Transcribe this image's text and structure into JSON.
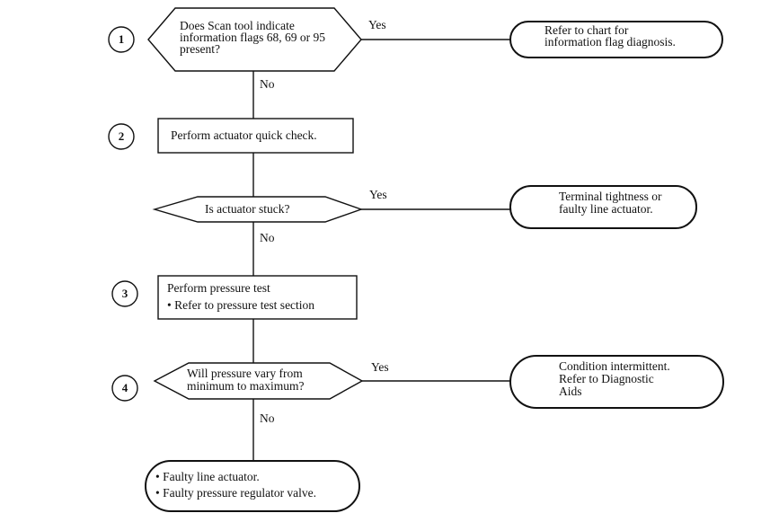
{
  "steps": [
    {
      "number": "1",
      "question": [
        "Does Scan tool indicate",
        "information flags 68, 69 or 95",
        "present?"
      ],
      "yes_label": "Yes",
      "yes_result": [
        "Refer to chart for",
        "information  flag diagnosis."
      ],
      "no_label": "No"
    },
    {
      "number": "2",
      "action": [
        "Perform actuator quick check."
      ],
      "question": [
        "Is actuator stuck?"
      ],
      "yes_label": "Yes",
      "yes_result": [
        "Terminal tightness or",
        "faulty line actuator."
      ],
      "no_label": "No"
    },
    {
      "number": "3",
      "action": [
        "Perform pressure test",
        "•  Refer to pressure test section"
      ]
    },
    {
      "number": "4",
      "question": [
        "Will pressure vary from",
        "minimum to maximum?"
      ],
      "yes_label": "Yes",
      "yes_result": [
        "Condition intermittent.",
        "Refer to  Diagnostic",
        "Aids"
      ],
      "no_label": "No",
      "final_result": [
        "•  Faulty line actuator.",
        "•  Faulty pressure regulator valve."
      ]
    }
  ]
}
